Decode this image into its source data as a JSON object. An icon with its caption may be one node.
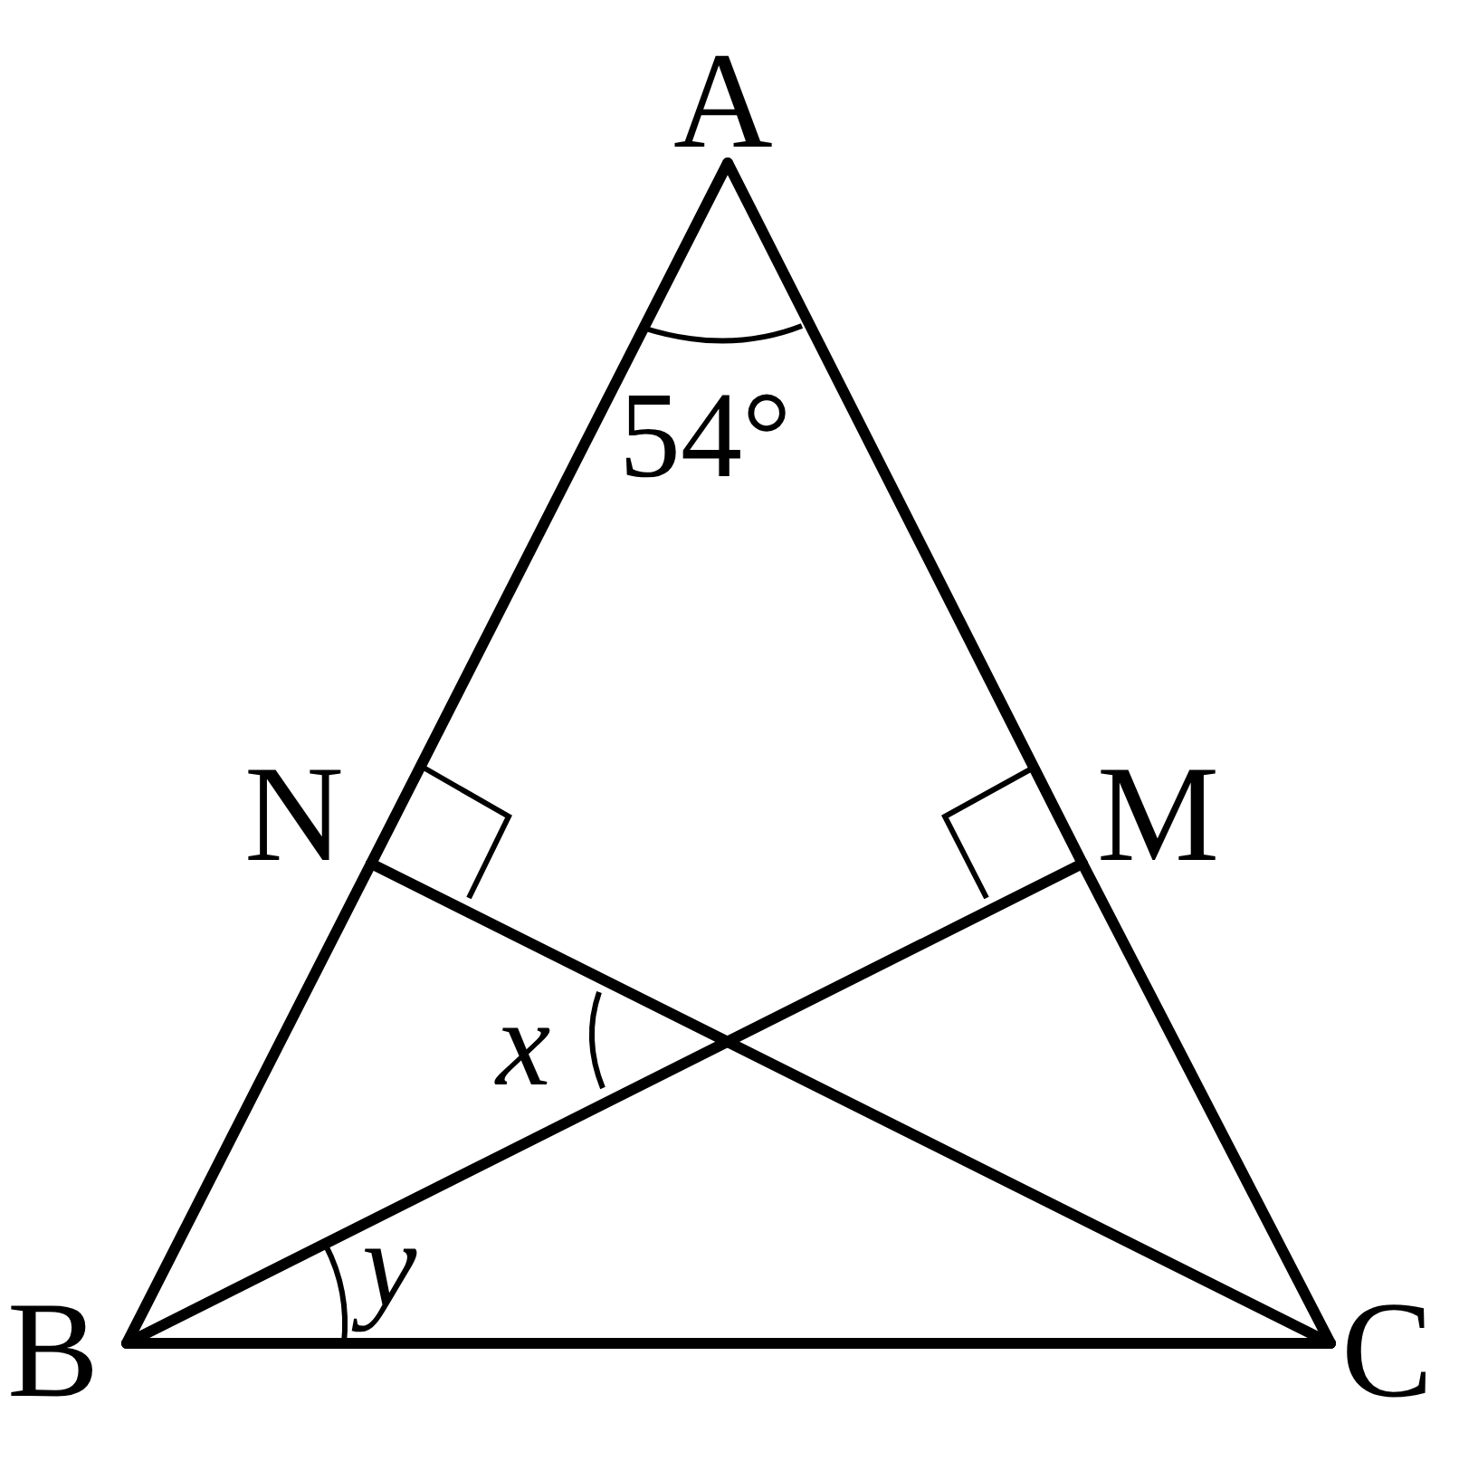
{
  "diagram": {
    "nodes": [
      {
        "text": [
          "A"
        ]
      },
      {
        "text": [
          "N"
        ]
      },
      {
        "text": [
          "M"
        ]
      },
      {
        "text": [
          "B"
        ]
      },
      {
        "text": [
          "C"
        ]
      }
    ],
    "edges": [
      {
        "from": 0,
        "to": 1,
        "arrow": "none"
      },
      {
        "from": 1,
        "to": 3,
        "arrow": "none"
      },
      {
        "from": 0,
        "to": 2,
        "arrow": "none"
      },
      {
        "from": 2,
        "to": 4,
        "arrow": "none"
      },
      {
        "from": 3,
        "to": 4,
        "arrow": "none"
      },
      {
        "from": 3,
        "to": 2,
        "arrow": "none"
      },
      {
        "from": 4,
        "to": 1,
        "arrow": "none"
      }
    ],
    "labels": [
      "54°",
      "x",
      "y"
    ]
  }
}
